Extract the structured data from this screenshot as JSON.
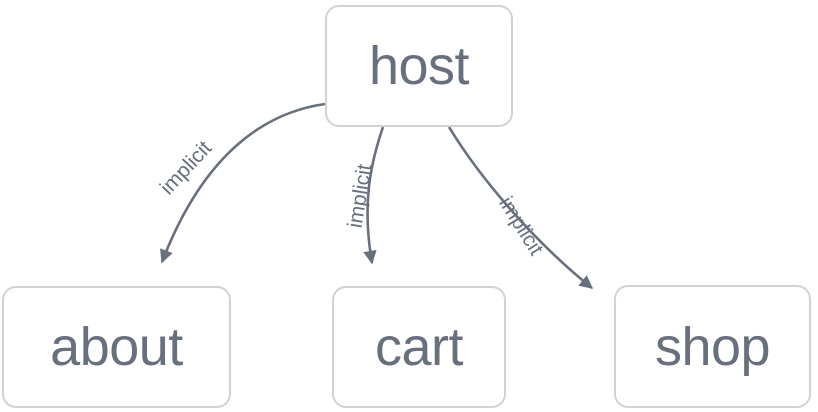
{
  "diagram": {
    "type": "directed-graph",
    "background_color": "#ffffff",
    "node_border_color": "#d2d2d2",
    "node_fill_color": "#ffffff",
    "text_color": "#69707d",
    "edge_color": "#69707d",
    "nodes": [
      {
        "id": "host",
        "label": "host"
      },
      {
        "id": "about",
        "label": "about"
      },
      {
        "id": "cart",
        "label": "cart"
      },
      {
        "id": "shop",
        "label": "shop"
      }
    ],
    "edges": [
      {
        "from": "host",
        "to": "about",
        "label": "implicit"
      },
      {
        "from": "host",
        "to": "cart",
        "label": "implicit"
      },
      {
        "from": "host",
        "to": "shop",
        "label": "implicit"
      }
    ]
  }
}
